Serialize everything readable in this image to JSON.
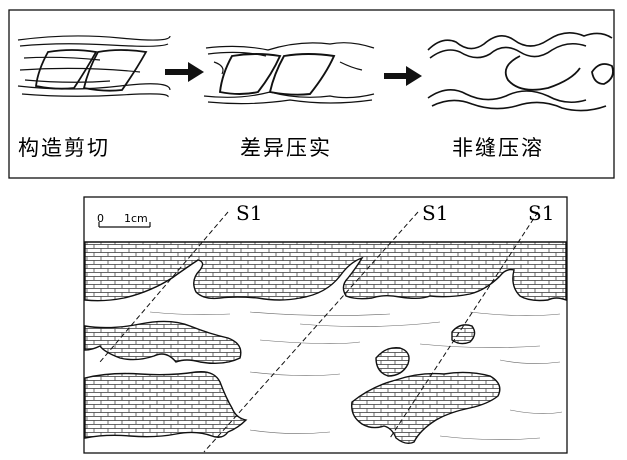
{
  "top_panel": {
    "stages": [
      {
        "label": "构造剪切"
      },
      {
        "label": "差异压实"
      },
      {
        "label": "非缝压溶"
      }
    ]
  },
  "bottom_panel": {
    "scale_zero": "0",
    "scale_unit": "1cm",
    "cleavage_labels": [
      "S1",
      "S1",
      "S1"
    ]
  }
}
